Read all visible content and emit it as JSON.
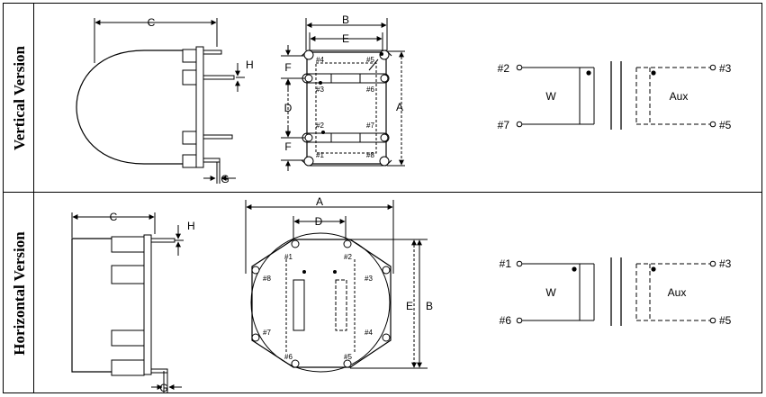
{
  "rows": [
    {
      "label": "Vertical Version",
      "side_view": {
        "dim_c": "C",
        "dim_h": "H",
        "dim_g": "G"
      },
      "top_view": {
        "dim_b": "B",
        "dim_e": "E",
        "dim_f_top": "F",
        "dim_d": "D",
        "dim_f_bottom": "F",
        "dim_a": "A",
        "terminals": {
          "t4": "#4",
          "t5": "#5",
          "t3": "#3",
          "t6": "#6",
          "t2": "#2",
          "t7": "#7",
          "t1": "#1",
          "t8": "#8"
        }
      },
      "schematic": {
        "left_top": "#2",
        "left_bottom": "#7",
        "primary": "W",
        "secondary": "Aux",
        "right_top": "#3",
        "right_bottom": "#5"
      }
    },
    {
      "label": "Horizontal Version",
      "side_view": {
        "dim_c": "C",
        "dim_h": "H",
        "dim_g": "G"
      },
      "top_view": {
        "dim_a": "A",
        "dim_d": "D",
        "dim_e": "E",
        "dim_b": "B",
        "terminals": {
          "t1": "#1",
          "t2": "#2",
          "t8": "#8",
          "t3": "#3",
          "t7": "#7",
          "t4": "#4",
          "t6": "#6",
          "t5": "#5"
        }
      },
      "schematic": {
        "left_top": "#1",
        "left_bottom": "#6",
        "primary": "W",
        "secondary": "Aux",
        "right_top": "#3",
        "right_bottom": "#5"
      }
    }
  ]
}
